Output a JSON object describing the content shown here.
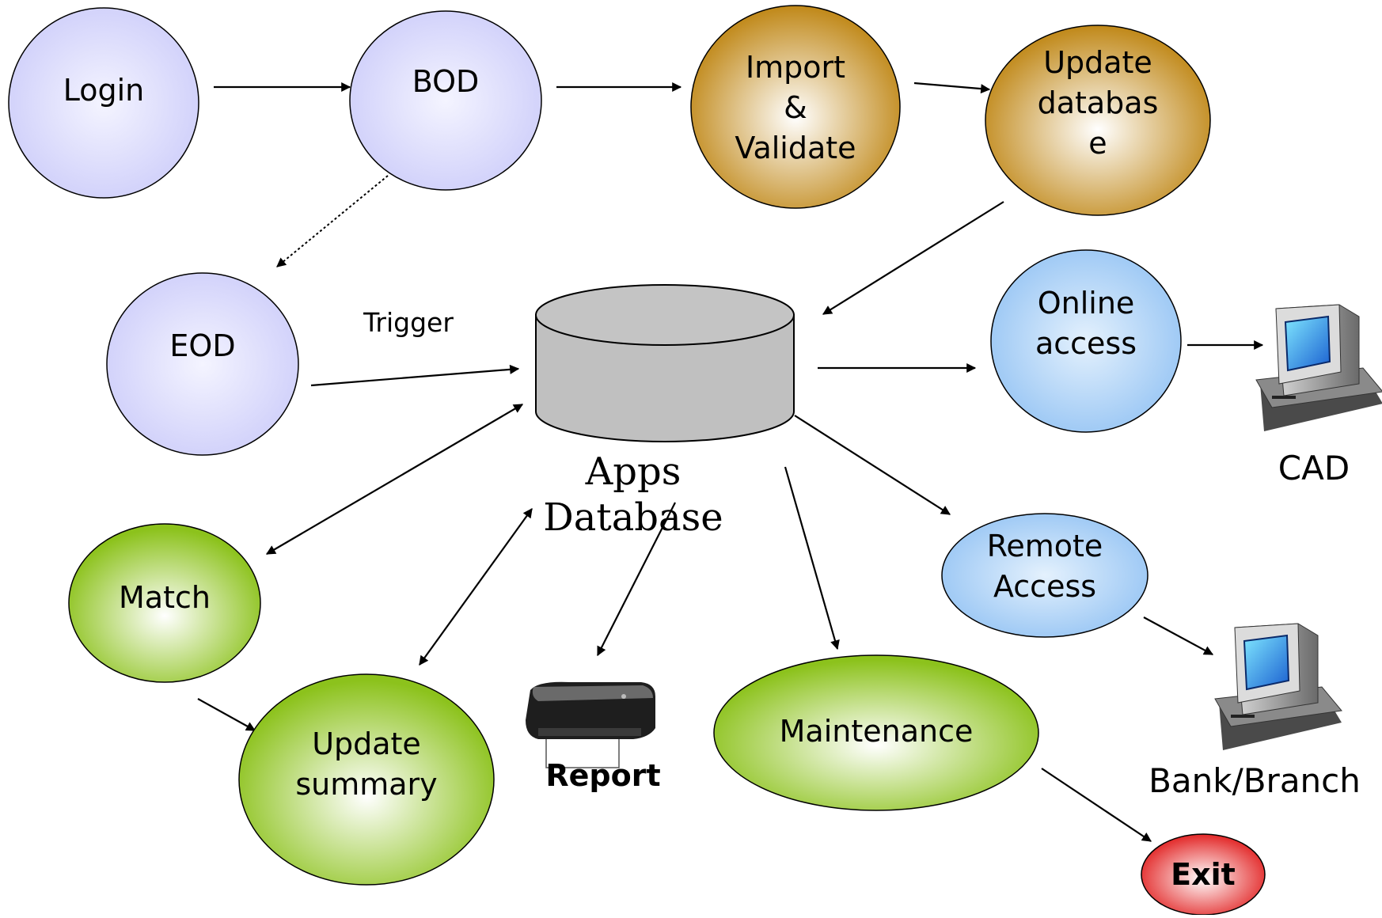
{
  "nodes": {
    "login": "Login",
    "bod": "BOD",
    "import_validate": "Import\n&\nValidate",
    "update_database": "Update\ndatabas\ne",
    "eod": "EOD",
    "trigger": "Trigger",
    "apps_database": "Apps Database",
    "online_access": "Online\naccess",
    "cad": "CAD",
    "remote_access": "Remote\nAccess",
    "bank_branch": "Bank/Branch",
    "match": "Match",
    "update_summary": "Update\nsummary",
    "report": "Report",
    "maintenance": "Maintenance",
    "exit": "Exit"
  },
  "colors": {
    "lavender": "#d4d4fb",
    "gold": "#c28a1e",
    "sky": "#9fcaf5",
    "green": "#8dc21f",
    "exit_red": "#e01818",
    "cylinder": "#c0c0c0"
  }
}
